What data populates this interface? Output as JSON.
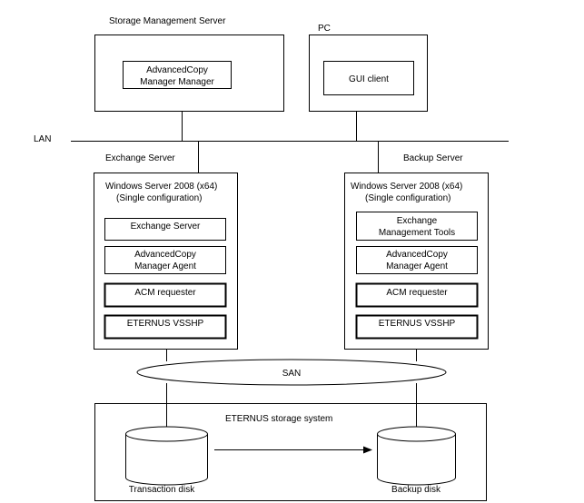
{
  "storage_management_server": {
    "title": "Storage Management Server",
    "component": [
      "AdvancedCopy",
      "Manager Manager"
    ]
  },
  "pc": {
    "title": "PC",
    "component": "GUI client"
  },
  "lan_label": "LAN",
  "exchange_server": {
    "title": "Exchange Server",
    "os": [
      "Windows Server 2008 (x64)",
      "(Single configuration)"
    ],
    "components": [
      {
        "lines": [
          "Exchange Server"
        ],
        "bold_border": false
      },
      {
        "lines": [
          "AdvancedCopy",
          "Manager Agent"
        ],
        "bold_border": false
      },
      {
        "lines": [
          "ACM requester"
        ],
        "bold_border": true
      },
      {
        "lines": [
          "ETERNUS VSSHP"
        ],
        "bold_border": true
      }
    ]
  },
  "backup_server": {
    "title": "Backup Server",
    "os": [
      "Windows Server 2008 (x64)",
      "(Single configuration)"
    ],
    "components": [
      {
        "lines": [
          "Exchange",
          "Management Tools"
        ],
        "bold_border": false
      },
      {
        "lines": [
          "AdvancedCopy",
          "Manager Agent"
        ],
        "bold_border": false
      },
      {
        "lines": [
          "ACM requester"
        ],
        "bold_border": true
      },
      {
        "lines": [
          "ETERNUS VSSHP"
        ],
        "bold_border": true
      }
    ]
  },
  "san_label": "SAN",
  "storage_system": {
    "title": "ETERNUS  storage system",
    "transaction_disk": "Transaction disk",
    "backup_disk": "Backup disk"
  }
}
